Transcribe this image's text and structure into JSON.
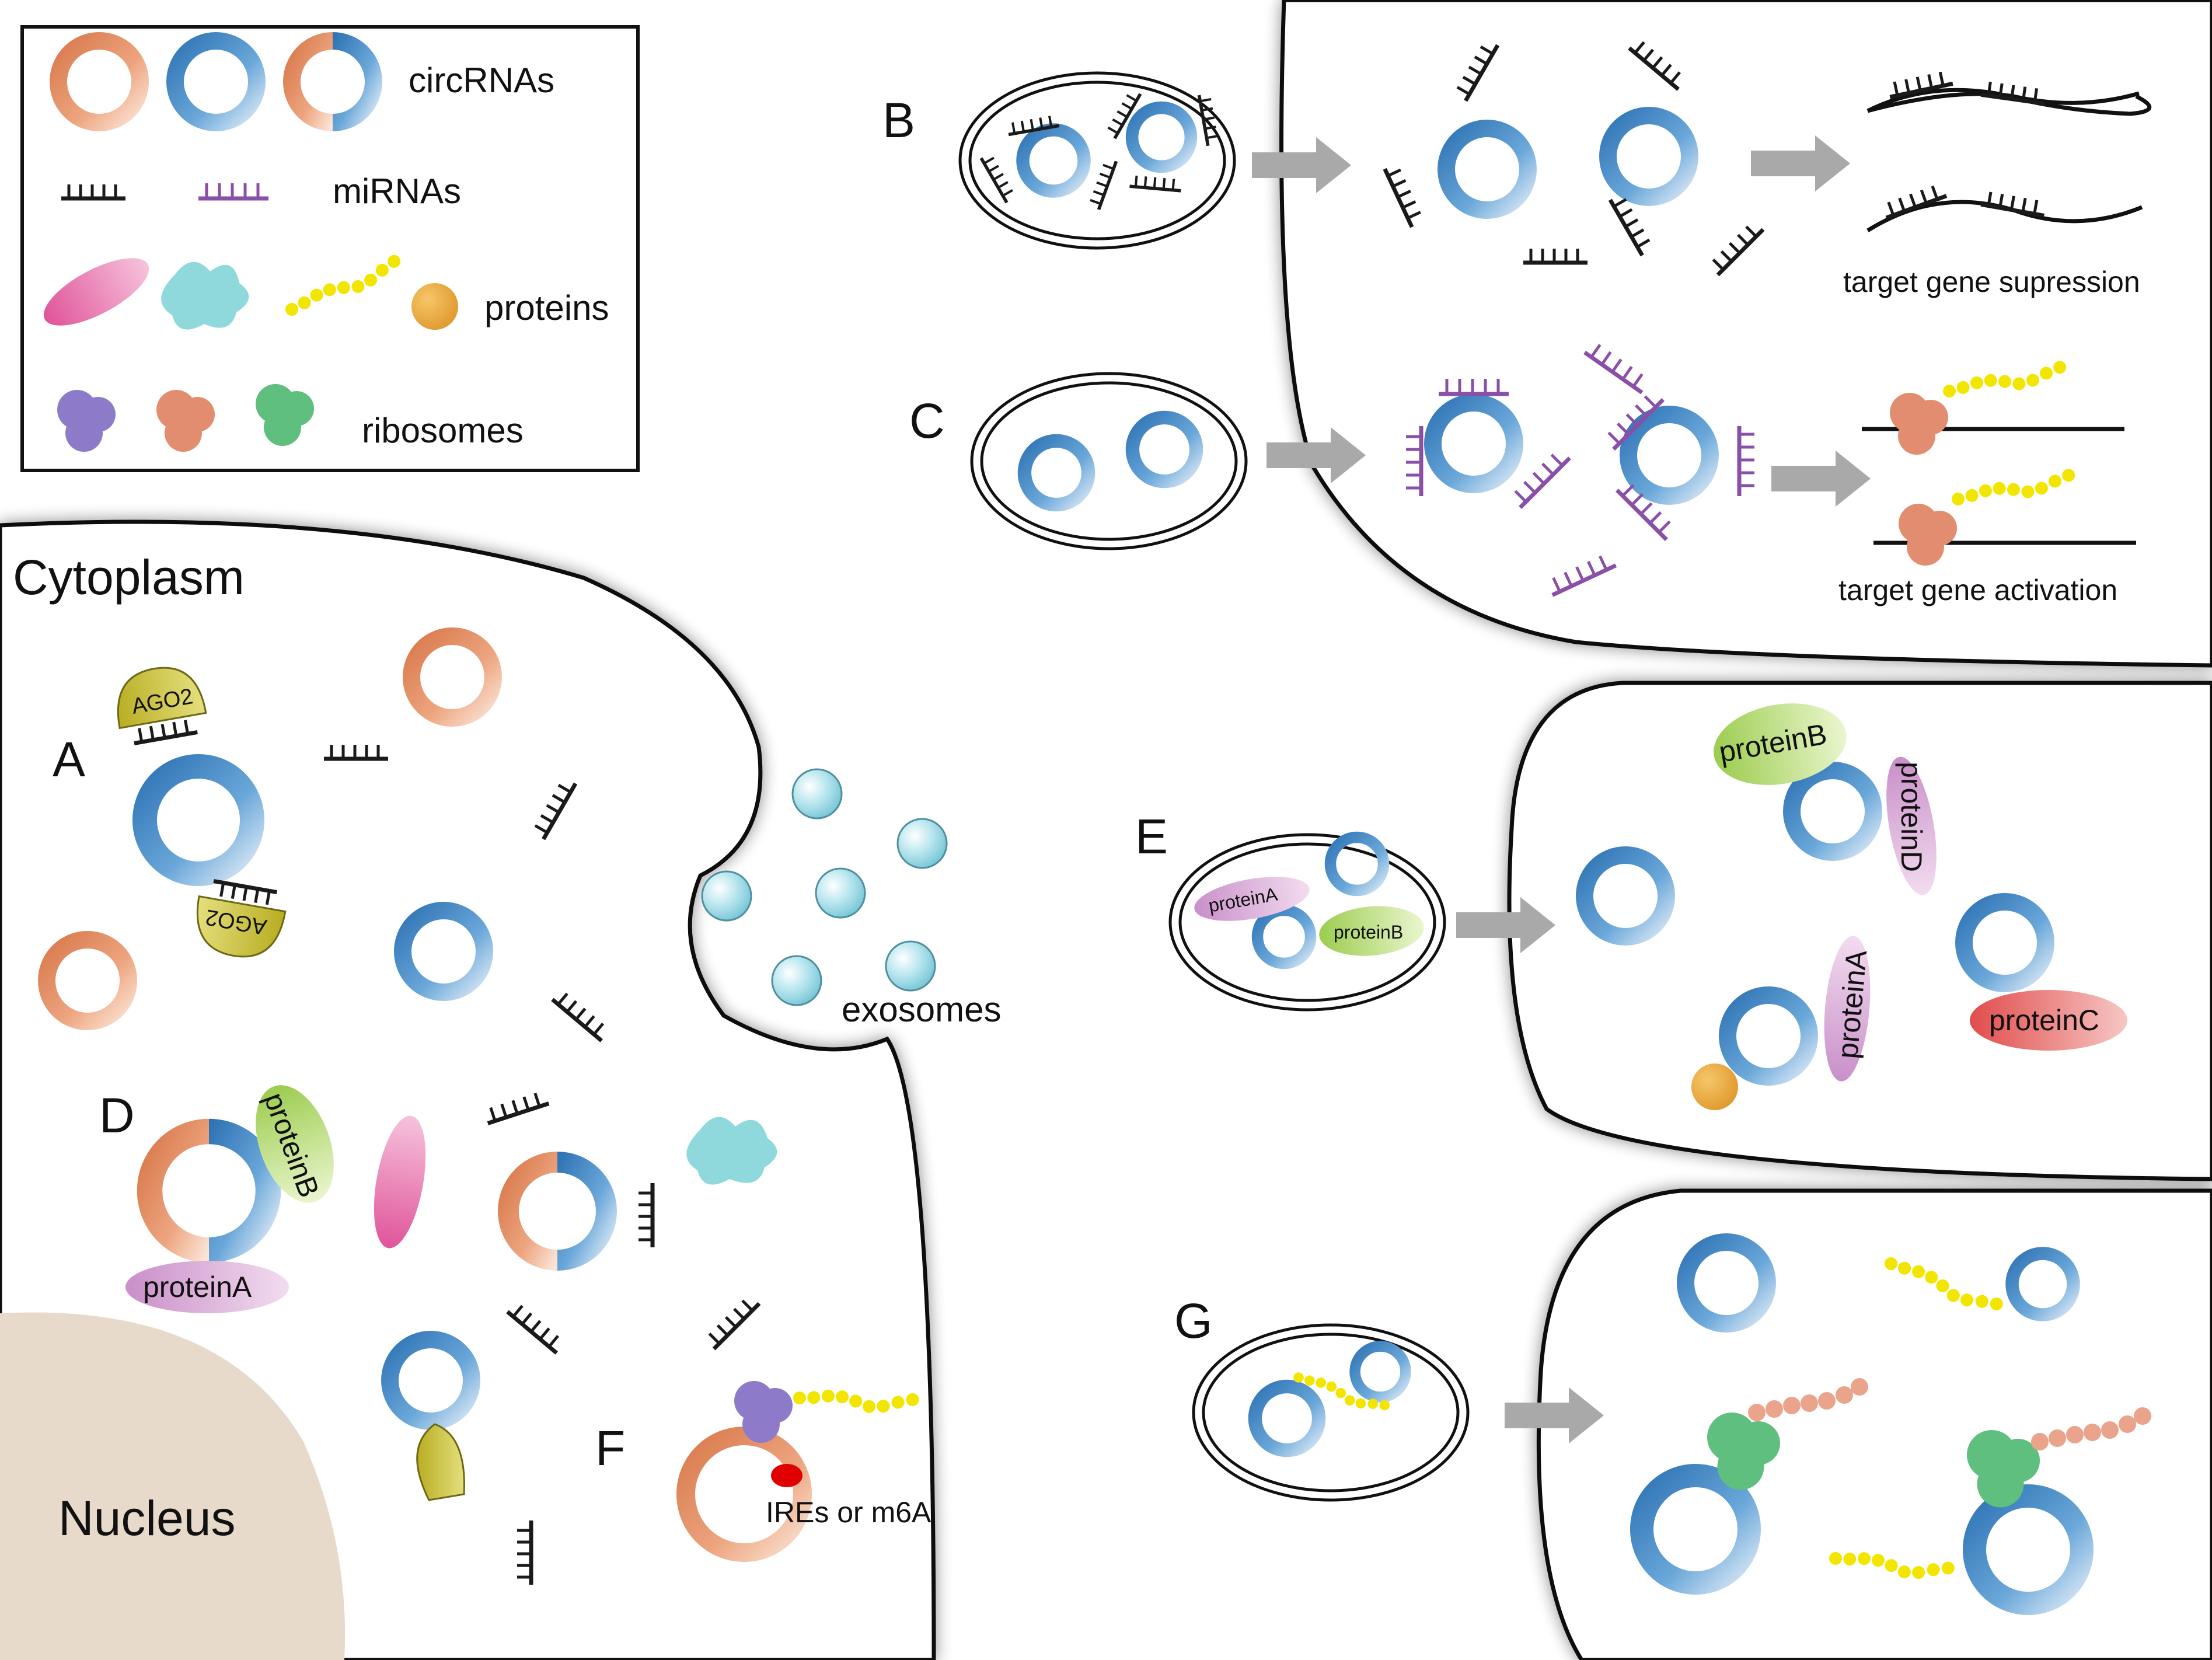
{
  "legend": {
    "circrnas": "circRNAs",
    "mirnas": "miRNAs",
    "proteins": "proteins",
    "ribosomes": "ribosomes"
  },
  "compartments": {
    "cytoplasm": "Cytoplasm",
    "nucleus": "Nucleus",
    "exosomes": "exosomes"
  },
  "panels": {
    "a": "A",
    "b": "B",
    "c": "C",
    "d": "D",
    "e": "E",
    "f": "F",
    "g": "G"
  },
  "molecules": {
    "ago2": "AGO2",
    "protein_a": "proteinA",
    "protein_b": "proteinB",
    "protein_c": "proteinC",
    "protein_d": "proteinD",
    "ires": "IREs or m6A"
  },
  "outcomes": {
    "suppression": "target gene supression",
    "activation": "target gene activation"
  },
  "colors": {
    "circ_blue": "#4a8cc8",
    "circ_orange": "#e3936a",
    "mirna_black": "#1a1a1a",
    "mirna_purple": "#8a4fa6",
    "protein_pink": "#e36fa4",
    "protein_teal": "#7fd3d6",
    "protein_yellow_chain": "#f2e600",
    "protein_gold": "#e8a53a",
    "ribosome_purple": "#8d7bc9",
    "ribosome_salmon": "#e38d70",
    "ribosome_green": "#5fbf7e",
    "nucleus": "#e7dacb",
    "ago2": "#c9c03a",
    "arrow_gray": "#a9a9a9"
  }
}
